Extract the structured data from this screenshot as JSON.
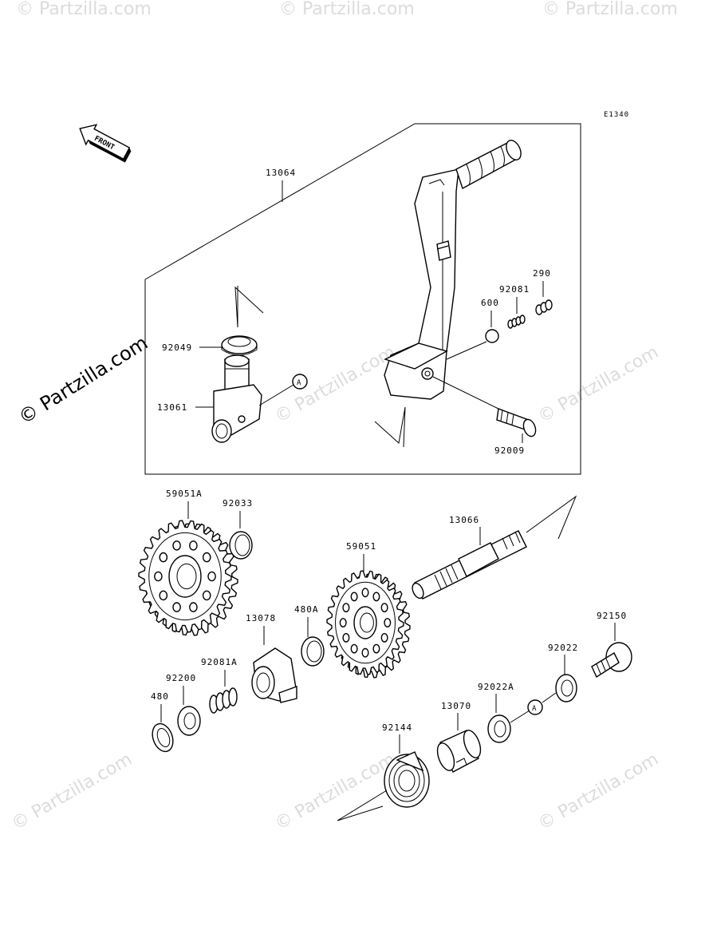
{
  "diagram_ref": "E1340",
  "front_label": "FRONT",
  "watermark_main": "© Partzilla.com",
  "watermark": "© Partzilla.com",
  "callouts": {
    "a1": "A",
    "a2": "A"
  },
  "parts": {
    "p13064": "13064",
    "p92049": "92049",
    "p13061": "13061",
    "p600": "600",
    "p92081": "92081",
    "p290": "290",
    "p92009": "92009",
    "p59051A": "59051A",
    "p92033": "92033",
    "p13066": "13066",
    "p59051": "59051",
    "p480A": "480A",
    "p13078": "13078",
    "p92150": "92150",
    "p92081A": "92081A",
    "p92200": "92200",
    "p480": "480",
    "p92022": "92022",
    "p92022A": "92022A",
    "p13070": "13070",
    "p92144": "92144"
  }
}
